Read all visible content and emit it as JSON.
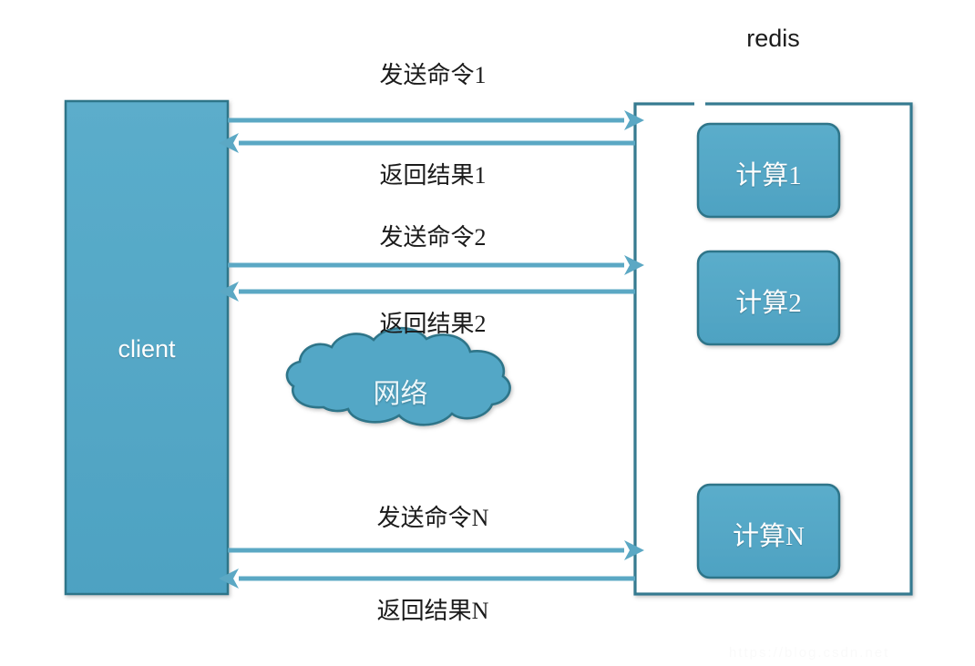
{
  "diagram": {
    "title": "redis",
    "colors": {
      "fill": "#52a7c6",
      "stroke": "#2e7489",
      "arrow": "#5ba8c4",
      "text_dark": "#1b1b1b",
      "text_light": "#ffffff",
      "background": "#ffffff"
    },
    "client": {
      "label": "client"
    },
    "server": {
      "label": "redis",
      "compute_boxes": [
        {
          "label": "计算1"
        },
        {
          "label": "计算2"
        },
        {
          "label": "计算N"
        }
      ]
    },
    "network_cloud": {
      "label": "网络"
    },
    "exchanges": [
      {
        "request": "发送命令1",
        "response": "返回结果1"
      },
      {
        "request": "发送命令2",
        "response": "返回结果2"
      },
      {
        "request": "发送命令N",
        "response": "返回结果N"
      }
    ],
    "watermark": "https://blog.csdn.net"
  }
}
